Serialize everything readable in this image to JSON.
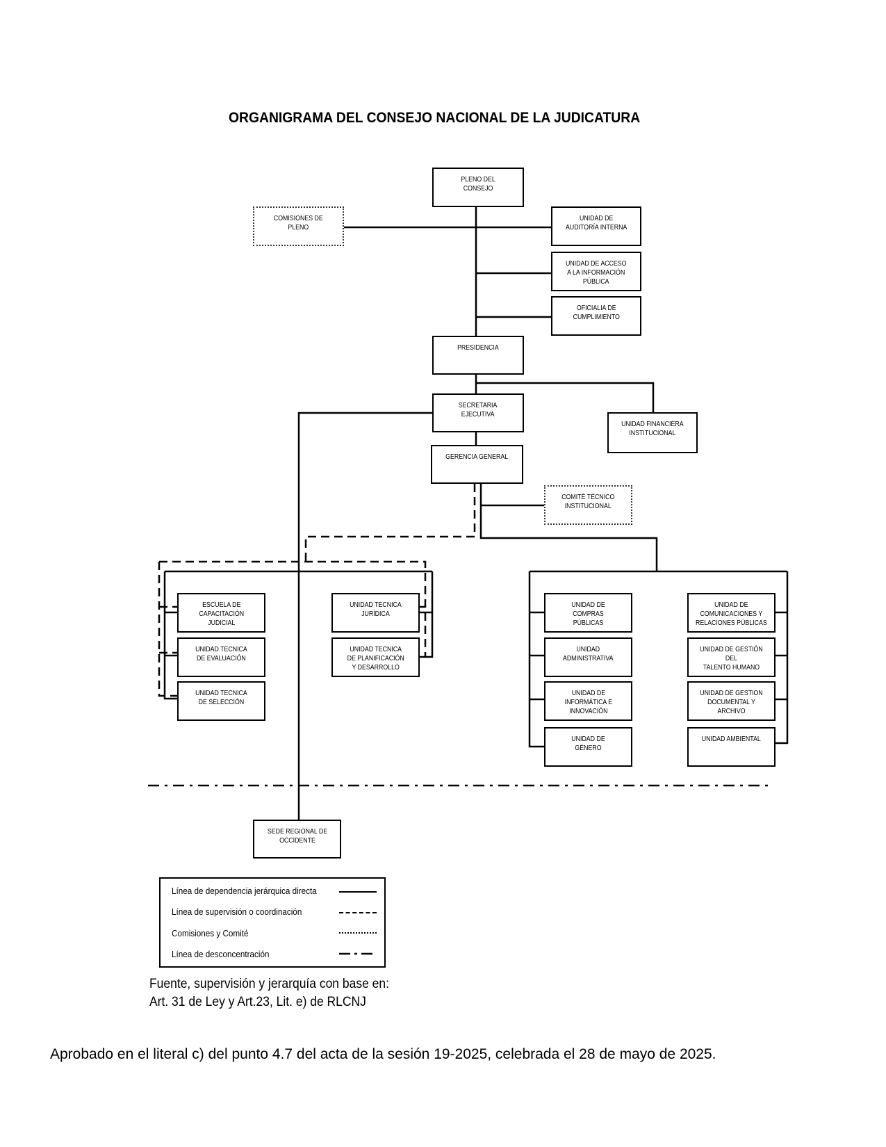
{
  "title": "ORGANIGRAMA DEL CONSEJO NACIONAL DE LA JUDICATURA",
  "boxes": {
    "pleno": "PLENO DEL\nCONSEJO",
    "comisiones": "COMISIONES DE\nPLENO",
    "auditoria": "UNIDAD DE\nAUDITORÍA INTERNA",
    "acceso": "UNIDAD DE ACCESO\nA LA INFORMACIÓN\nPÚBLICA",
    "oficialia": "OFICIALIA DE\nCUMPLIMIENTO",
    "presidencia": "PRESIDENCIA",
    "secretaria": "SECRETARIA\nEJECUTIVA",
    "financiera": "UNIDAD FINANCIERA\nINSTITUCIONAL",
    "gerencia": "GERENCIA GENERAL",
    "comite": "COMITÉ TÉCNICO\nINSTITUCIONAL",
    "escuela": "ESCUELA DE\nCAPACITACIÓN\nJUDICIAL",
    "evaluacion": "UNIDAD TECNICA\nDE EVALUACIÓN",
    "seleccion": "UNIDAD TECNICA\nDE SELECCIÓN",
    "juridica": "UNIDAD TECNICA\nJURÍDICA",
    "planificacion": "UNIDAD TECNICA\nDE PLANIFICACIÓN\ny DESARROLLO",
    "compras": "UNIDAD DE\nCOMPRAS\nPÚBLICAS",
    "administrativa": "UNIDAD\nADMINISTRATIVA",
    "informatica": "UNIDAD DE\nINFORMÁTICA E\nINNOVACIÓN",
    "genero": "UNIDAD DE\nGÉNERO",
    "comunicaciones": "UNIDAD DE\nCOMUNICACIONES Y\nRELACIONES PÚBLICAS",
    "talento": "UNIDAD DE GESTIÓN DEL\nTALENTO HUMANO",
    "documental": "UNIDAD DE GESTION\nDOCUMENTAL Y ARCHIVO",
    "ambiental": "UNIDAD AMBIENTAL",
    "sede": "SEDE REGIONAL DE\nOCCIDENTE"
  },
  "legend": {
    "direct": "Línea de dependencia jerárquica directa",
    "supervision": "Línea de supervisión o coordinación",
    "committees": "Comisiones y Comité",
    "deconcentration": "Línea de desconcentración"
  },
  "source_note": {
    "line1": "Fuente, supervisión y jerarquía con base en:",
    "line2": "Art.  31 de Ley y Art.23, Lit. e) de RLCNJ"
  },
  "approval_note": "Aprobado en el literal c) del punto 4.7 del acta de la sesión 19-2025, celebrada el 28 de mayo de 2025."
}
